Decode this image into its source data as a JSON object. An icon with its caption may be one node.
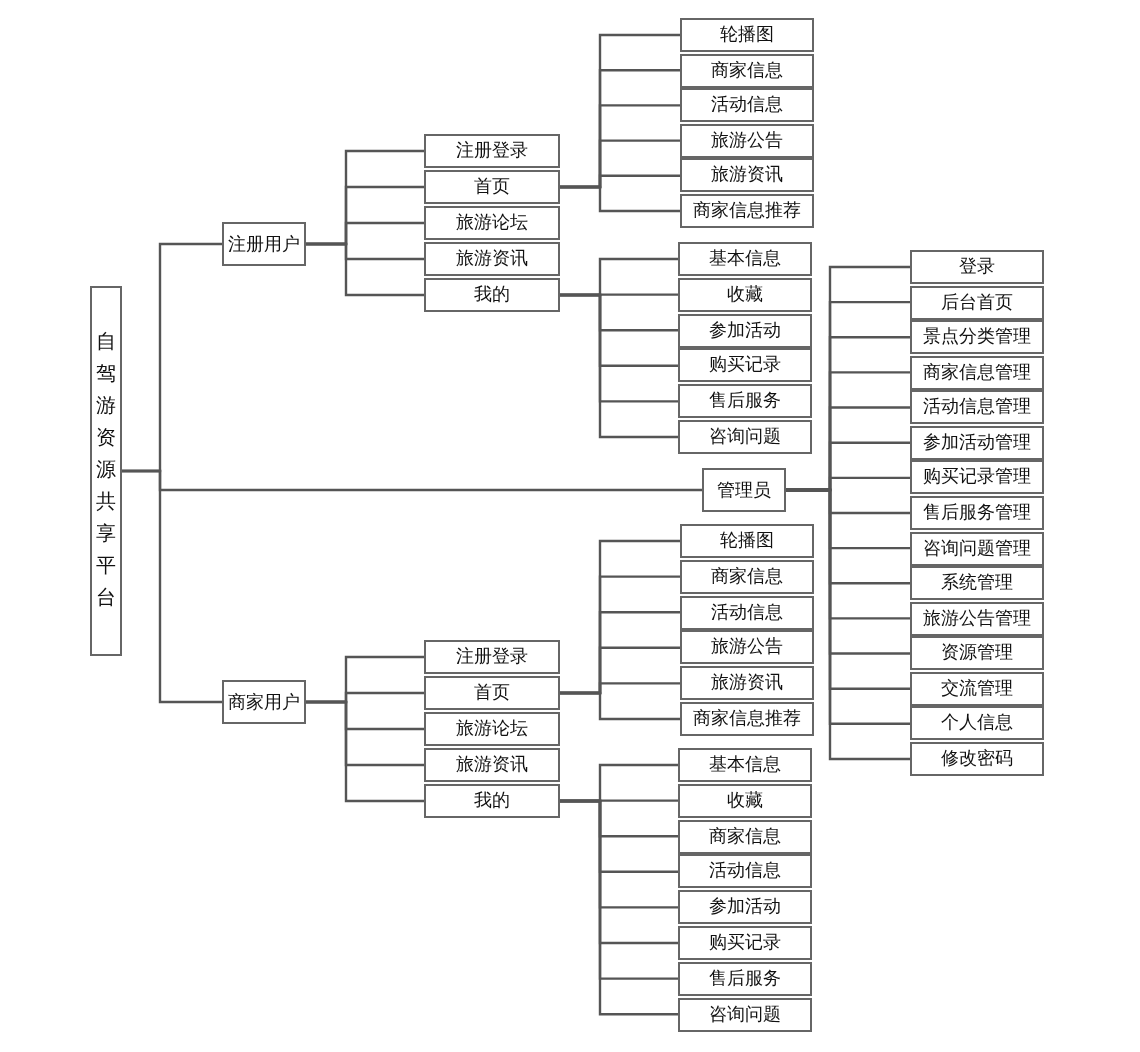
{
  "diagram": {
    "nodes": [
      {
        "text": [
          "自驾游资源共享平台"
        ]
      },
      {
        "text": [
          "注册用户"
        ]
      },
      {
        "text": [
          "注册登录"
        ]
      },
      {
        "text": [
          "首页"
        ]
      },
      {
        "text": [
          "旅游论坛"
        ]
      },
      {
        "text": [
          "旅游资讯"
        ]
      },
      {
        "text": [
          "我的"
        ]
      },
      {
        "text": [
          "轮播图"
        ]
      },
      {
        "text": [
          "商家信息"
        ]
      },
      {
        "text": [
          "活动信息"
        ]
      },
      {
        "text": [
          "旅游公告"
        ]
      },
      {
        "text": [
          "旅游资讯"
        ]
      },
      {
        "text": [
          "商家信息推荐"
        ]
      },
      {
        "text": [
          "基本信息"
        ]
      },
      {
        "text": [
          "收藏"
        ]
      },
      {
        "text": [
          "参加活动"
        ]
      },
      {
        "text": [
          "购买记录"
        ]
      },
      {
        "text": [
          "售后服务"
        ]
      },
      {
        "text": [
          "咨询问题"
        ]
      },
      {
        "text": [
          "管理员"
        ]
      },
      {
        "text": [
          "登录"
        ]
      },
      {
        "text": [
          "后台首页"
        ]
      },
      {
        "text": [
          "景点分类管理"
        ]
      },
      {
        "text": [
          "商家信息管理"
        ]
      },
      {
        "text": [
          "活动信息管理"
        ]
      },
      {
        "text": [
          "参加活动管理"
        ]
      },
      {
        "text": [
          "购买记录管理"
        ]
      },
      {
        "text": [
          "售后服务管理"
        ]
      },
      {
        "text": [
          "咨询问题管理"
        ]
      },
      {
        "text": [
          "系统管理"
        ]
      },
      {
        "text": [
          "旅游公告管理"
        ]
      },
      {
        "text": [
          "资源管理"
        ]
      },
      {
        "text": [
          "交流管理"
        ]
      },
      {
        "text": [
          "个人信息"
        ]
      },
      {
        "text": [
          "修改密码"
        ]
      },
      {
        "text": [
          "商家用户"
        ]
      },
      {
        "text": [
          "注册登录"
        ]
      },
      {
        "text": [
          "首页"
        ]
      },
      {
        "text": [
          "旅游论坛"
        ]
      },
      {
        "text": [
          "旅游资讯"
        ]
      },
      {
        "text": [
          "我的"
        ]
      },
      {
        "text": [
          "轮播图"
        ]
      },
      {
        "text": [
          "商家信息"
        ]
      },
      {
        "text": [
          "活动信息"
        ]
      },
      {
        "text": [
          "旅游公告"
        ]
      },
      {
        "text": [
          "旅游资讯"
        ]
      },
      {
        "text": [
          "商家信息推荐"
        ]
      },
      {
        "text": [
          "基本信息"
        ]
      },
      {
        "text": [
          "收藏"
        ]
      },
      {
        "text": [
          "商家信息"
        ]
      },
      {
        "text": [
          "活动信息"
        ]
      },
      {
        "text": [
          "参加活动"
        ]
      },
      {
        "text": [
          "购买记录"
        ]
      },
      {
        "text": [
          "售后服务"
        ]
      },
      {
        "text": [
          "咨询问题"
        ]
      }
    ],
    "edges": [
      {
        "from": 0,
        "to": 1,
        "arrow": "none"
      },
      {
        "from": 0,
        "to": 19,
        "arrow": "none"
      },
      {
        "from": 0,
        "to": 35,
        "arrow": "none"
      },
      {
        "from": 1,
        "to": 2,
        "arrow": "none"
      },
      {
        "from": 1,
        "to": 3,
        "arrow": "none"
      },
      {
        "from": 1,
        "to": 4,
        "arrow": "none"
      },
      {
        "from": 1,
        "to": 5,
        "arrow": "none"
      },
      {
        "from": 1,
        "to": 6,
        "arrow": "none"
      },
      {
        "from": 3,
        "to": 7,
        "arrow": "none"
      },
      {
        "from": 3,
        "to": 8,
        "arrow": "none"
      },
      {
        "from": 3,
        "to": 9,
        "arrow": "none"
      },
      {
        "from": 3,
        "to": 10,
        "arrow": "none"
      },
      {
        "from": 3,
        "to": 11,
        "arrow": "none"
      },
      {
        "from": 3,
        "to": 12,
        "arrow": "none"
      },
      {
        "from": 6,
        "to": 13,
        "arrow": "none"
      },
      {
        "from": 6,
        "to": 14,
        "arrow": "none"
      },
      {
        "from": 6,
        "to": 15,
        "arrow": "none"
      },
      {
        "from": 6,
        "to": 16,
        "arrow": "none"
      },
      {
        "from": 6,
        "to": 17,
        "arrow": "none"
      },
      {
        "from": 6,
        "to": 18,
        "arrow": "none"
      },
      {
        "from": 19,
        "to": 20,
        "arrow": "none"
      },
      {
        "from": 19,
        "to": 21,
        "arrow": "none"
      },
      {
        "from": 19,
        "to": 22,
        "arrow": "none"
      },
      {
        "from": 19,
        "to": 23,
        "arrow": "none"
      },
      {
        "from": 19,
        "to": 24,
        "arrow": "none"
      },
      {
        "from": 19,
        "to": 25,
        "arrow": "none"
      },
      {
        "from": 19,
        "to": 26,
        "arrow": "none"
      },
      {
        "from": 19,
        "to": 27,
        "arrow": "none"
      },
      {
        "from": 19,
        "to": 28,
        "arrow": "none"
      },
      {
        "from": 19,
        "to": 29,
        "arrow": "none"
      },
      {
        "from": 19,
        "to": 30,
        "arrow": "none"
      },
      {
        "from": 19,
        "to": 31,
        "arrow": "none"
      },
      {
        "from": 19,
        "to": 32,
        "arrow": "none"
      },
      {
        "from": 19,
        "to": 33,
        "arrow": "none"
      },
      {
        "from": 19,
        "to": 34,
        "arrow": "none"
      },
      {
        "from": 35,
        "to": 36,
        "arrow": "none"
      },
      {
        "from": 35,
        "to": 37,
        "arrow": "none"
      },
      {
        "from": 35,
        "to": 38,
        "arrow": "none"
      },
      {
        "from": 35,
        "to": 39,
        "arrow": "none"
      },
      {
        "from": 35,
        "to": 40,
        "arrow": "none"
      },
      {
        "from": 37,
        "to": 41,
        "arrow": "none"
      },
      {
        "from": 37,
        "to": 42,
        "arrow": "none"
      },
      {
        "from": 37,
        "to": 43,
        "arrow": "none"
      },
      {
        "from": 37,
        "to": 44,
        "arrow": "none"
      },
      {
        "from": 37,
        "to": 45,
        "arrow": "none"
      },
      {
        "from": 37,
        "to": 46,
        "arrow": "none"
      },
      {
        "from": 40,
        "to": 47,
        "arrow": "none"
      },
      {
        "from": 40,
        "to": 48,
        "arrow": "none"
      },
      {
        "from": 40,
        "to": 49,
        "arrow": "none"
      },
      {
        "from": 40,
        "to": 50,
        "arrow": "none"
      },
      {
        "from": 40,
        "to": 51,
        "arrow": "none"
      },
      {
        "from": 40,
        "to": 52,
        "arrow": "none"
      },
      {
        "from": 40,
        "to": 53,
        "arrow": "none"
      },
      {
        "from": 40,
        "to": 54,
        "arrow": "none"
      }
    ]
  }
}
